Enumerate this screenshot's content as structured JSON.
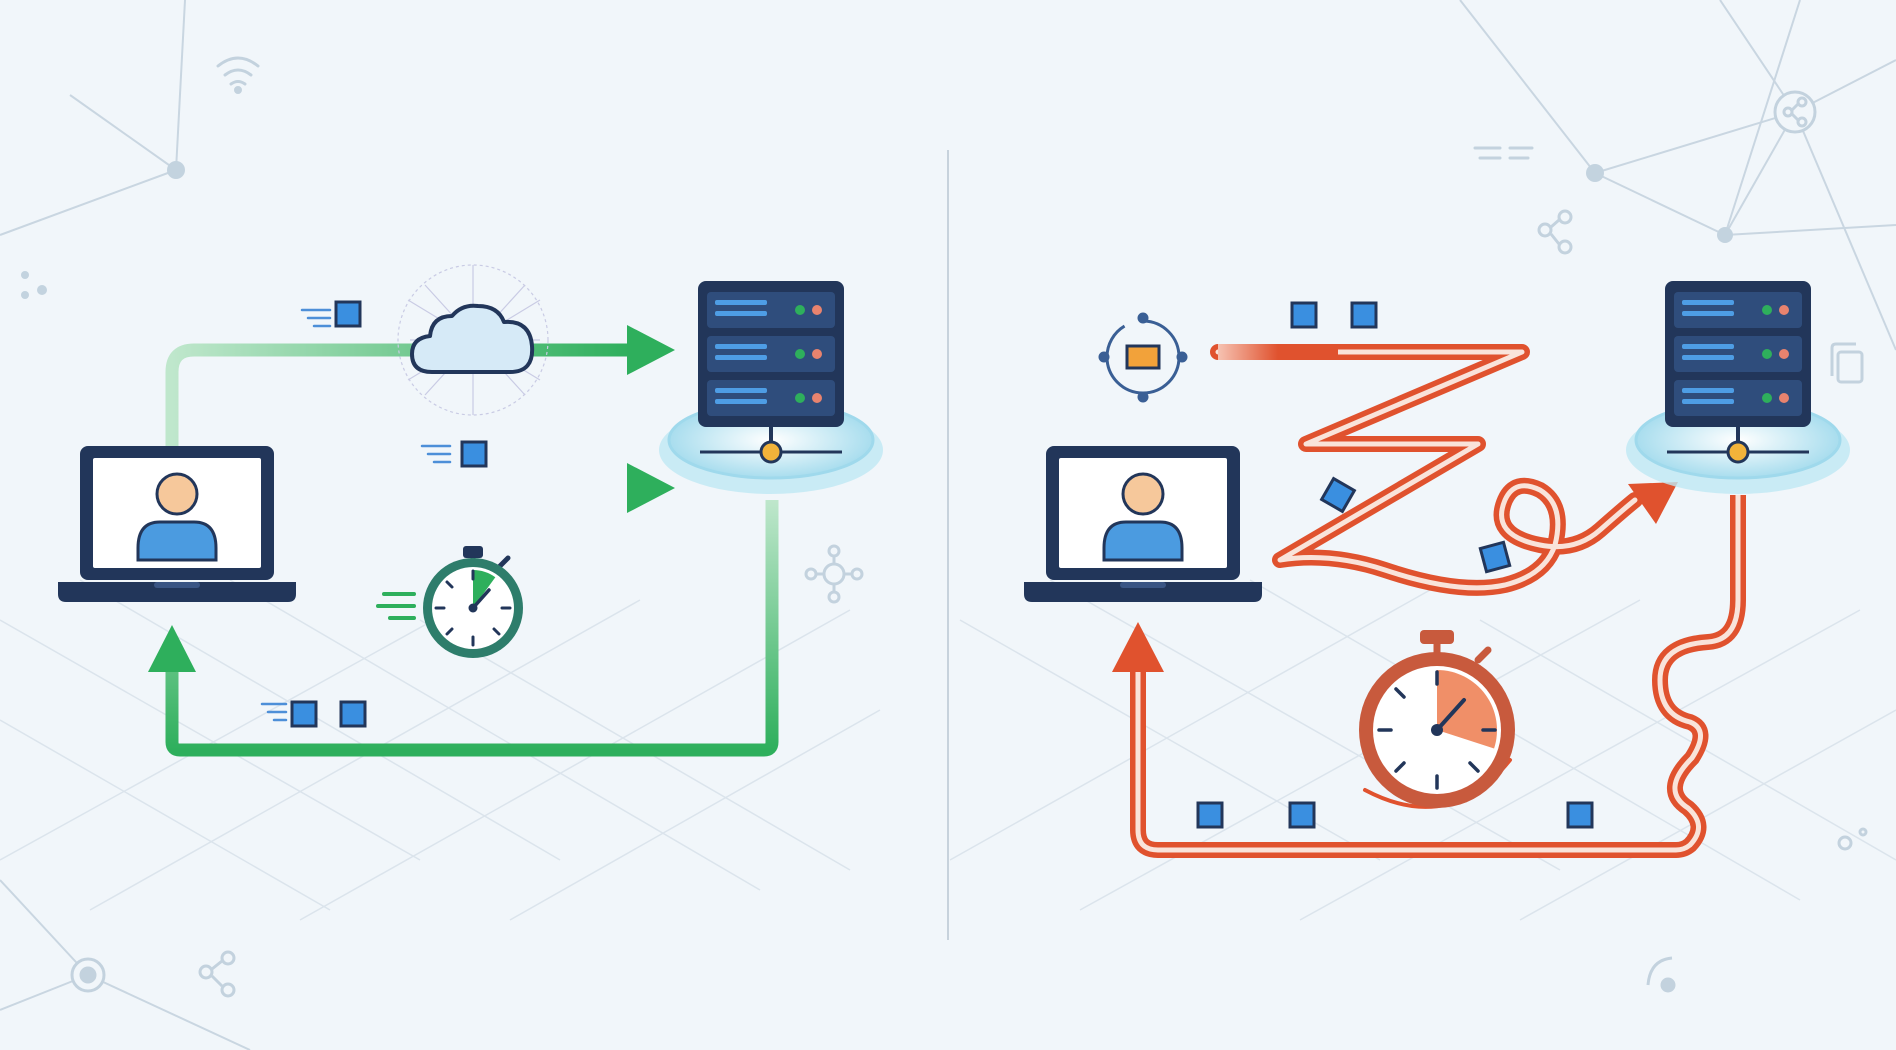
{
  "colors": {
    "background": "#f1f6fa",
    "fast_path": "#2eaf5c",
    "fast_path_light": "#a9e0bb",
    "slow_path": "#e0522e",
    "device_navy": "#22365a",
    "packet_blue": "#3a8fe0",
    "cloud_fill": "#d6eaf7",
    "server_base": "#bfe8f4",
    "connector_gold": "#f2b33a",
    "avatar_skin": "#f6c89b",
    "avatar_body": "#4b9be0",
    "network_line": "#c5d3df"
  },
  "icons": {
    "laptop": "laptop-icon",
    "user": "user-avatar-icon",
    "server": "server-rack-icon",
    "cloud": "cloud-icon",
    "stopwatch": "stopwatch-icon",
    "packet": "data-packet-icon",
    "load_balancer": "load-balancer-icon",
    "wifi": "wifi-icon",
    "share": "share-icon",
    "network_hub": "network-hub-icon",
    "copy": "copy-icon"
  },
  "diagram": {
    "panels": [
      {
        "id": "left",
        "path_style": "direct",
        "packets_shown": 4,
        "stopwatch_elapsed_fraction": 0.1
      },
      {
        "id": "right",
        "path_style": "zigzag",
        "packets_shown": 8,
        "stopwatch_elapsed_fraction": 0.3
      }
    ]
  }
}
